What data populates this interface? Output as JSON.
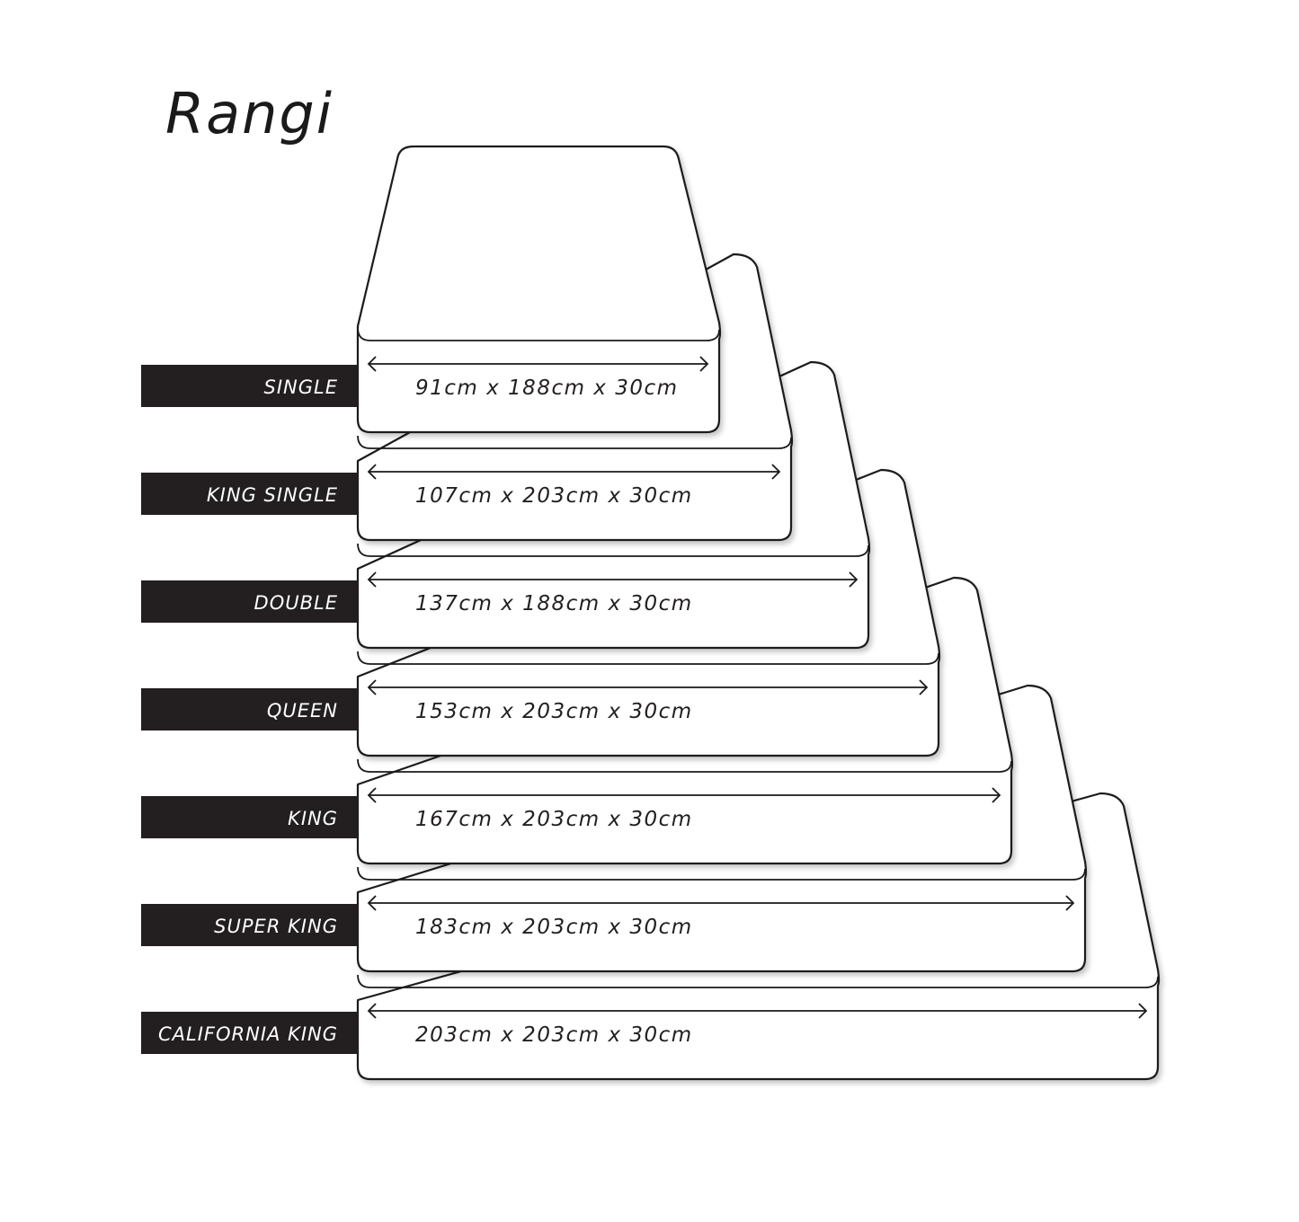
{
  "title": "Rangi",
  "sizes": [
    {
      "name": "SINGLE",
      "dimensions": "91cm x 188cm x 30cm"
    },
    {
      "name": "KING SINGLE",
      "dimensions": "107cm x 203cm x 30cm"
    },
    {
      "name": "DOUBLE",
      "dimensions": "137cm x 188cm x 30cm"
    },
    {
      "name": "QUEEN",
      "dimensions": "153cm x 203cm x 30cm"
    },
    {
      "name": "KING",
      "dimensions": "167cm x 203cm x 30cm"
    },
    {
      "name": "SUPER KING",
      "dimensions": "183cm x 203cm x 30cm"
    },
    {
      "name": "CALIFORNIA KING",
      "dimensions": "203cm x 203cm x 30cm"
    }
  ]
}
